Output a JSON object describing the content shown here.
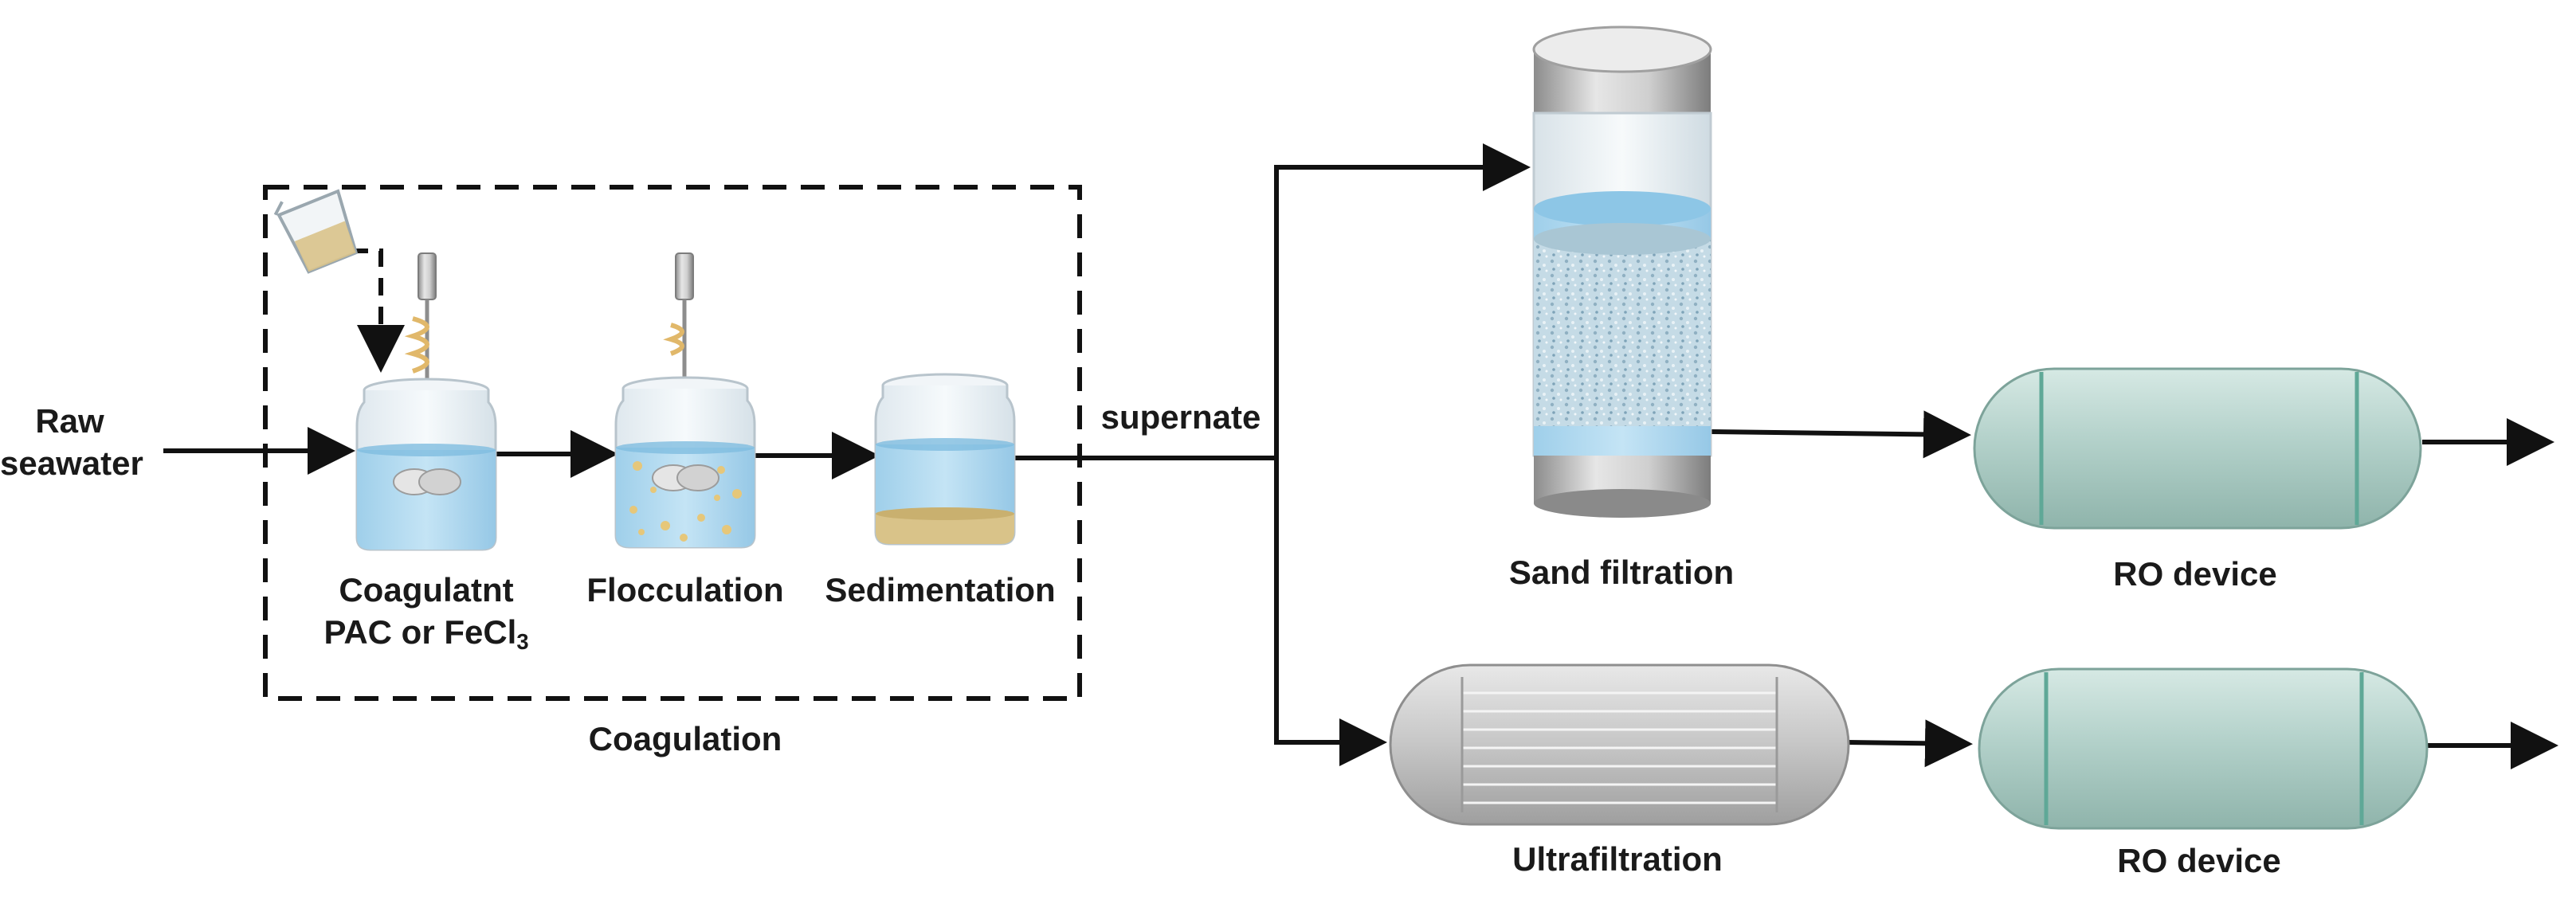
{
  "input": {
    "line1": "Raw",
    "line2": "seawater"
  },
  "coagulation": {
    "group_label": "Coagulation",
    "coagulant": {
      "line1": "Coagulatnt",
      "line2_prefix": "PAC or FeCl",
      "line2_sub": "3"
    },
    "flocculation": "Flocculation",
    "sedimentation": "Sedimentation"
  },
  "supernate": "supernate",
  "branch_top": {
    "filter": "Sand filtration",
    "ro": "RO device"
  },
  "branch_bottom": {
    "filter": "Ultrafiltration",
    "ro": "RO device"
  },
  "colors": {
    "water": "#a9d6ee",
    "water_dark": "#7fbde0",
    "jar_glass": "#eef4f8",
    "sediment": "#d9c389",
    "floc": "#e6c77a",
    "ro_vessel": "#b9d6d0",
    "ro_band": "#5fa897",
    "uf_vessel": "#c9c9c9",
    "arrow": "#111111"
  }
}
